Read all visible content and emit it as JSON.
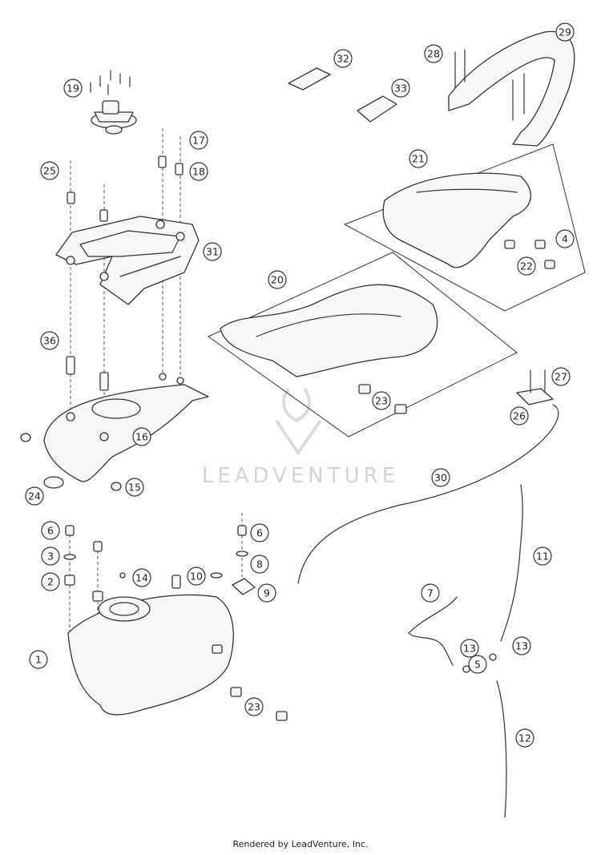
{
  "watermark": {
    "text": "LEADVENTURE"
  },
  "footer": {
    "credit": "Rendered by LeadVenture, Inc."
  },
  "callouts": [
    "1",
    "2",
    "3",
    "4",
    "5",
    "6",
    "6",
    "7",
    "8",
    "9",
    "10",
    "11",
    "12",
    "13",
    "13",
    "14",
    "15",
    "16",
    "17",
    "18",
    "19",
    "20",
    "21",
    "22",
    "23",
    "23",
    "24",
    "25",
    "26",
    "27",
    "28",
    "29",
    "30",
    "31",
    "32",
    "33",
    "36"
  ]
}
